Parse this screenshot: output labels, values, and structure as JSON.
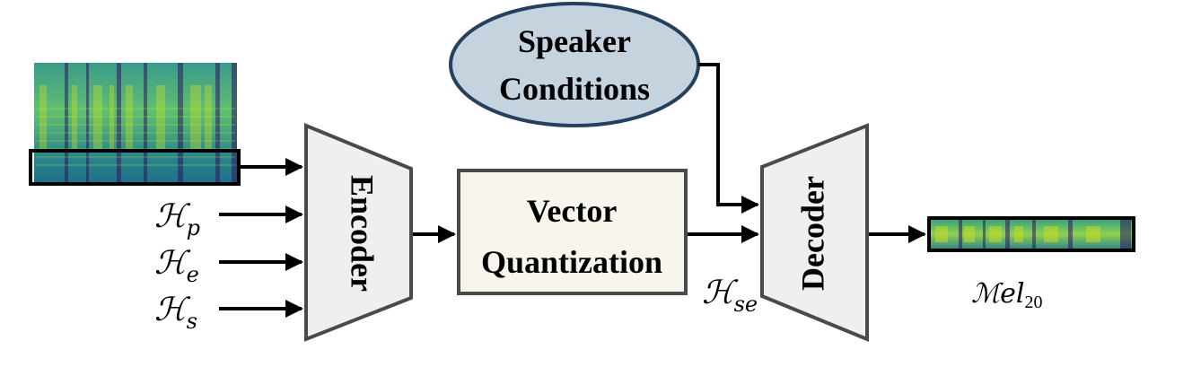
{
  "speaker_node": {
    "line1": "Speaker",
    "line2": "Conditions"
  },
  "encoder_label": "Encoder",
  "vq_node": {
    "line1": "Vector",
    "line2": "Quantization"
  },
  "decoder_label": "Decoder",
  "inputs": [
    {
      "symbol": "ℋ",
      "sub": "p"
    },
    {
      "symbol": "ℋ",
      "sub": "e"
    },
    {
      "symbol": "ℋ",
      "sub": "s"
    }
  ],
  "hse": {
    "symbol": "ℋ",
    "sub": "se"
  },
  "output_label": {
    "symbol": "ℳel",
    "sub": "20"
  },
  "colors": {
    "ellipse_fill": "#c5d3df",
    "ellipse_stroke": "#24405e",
    "trapezoid_fill": "#efeff1",
    "trapezoid_stroke": "#4a4a4a",
    "vq_fill": "#f7f5ec",
    "vq_stroke": "#4a4a4a",
    "spectrogram_dark": "#2a1a5e",
    "spectrogram_mid": "#21908c",
    "spectrogram_bright": "#d8e219"
  }
}
